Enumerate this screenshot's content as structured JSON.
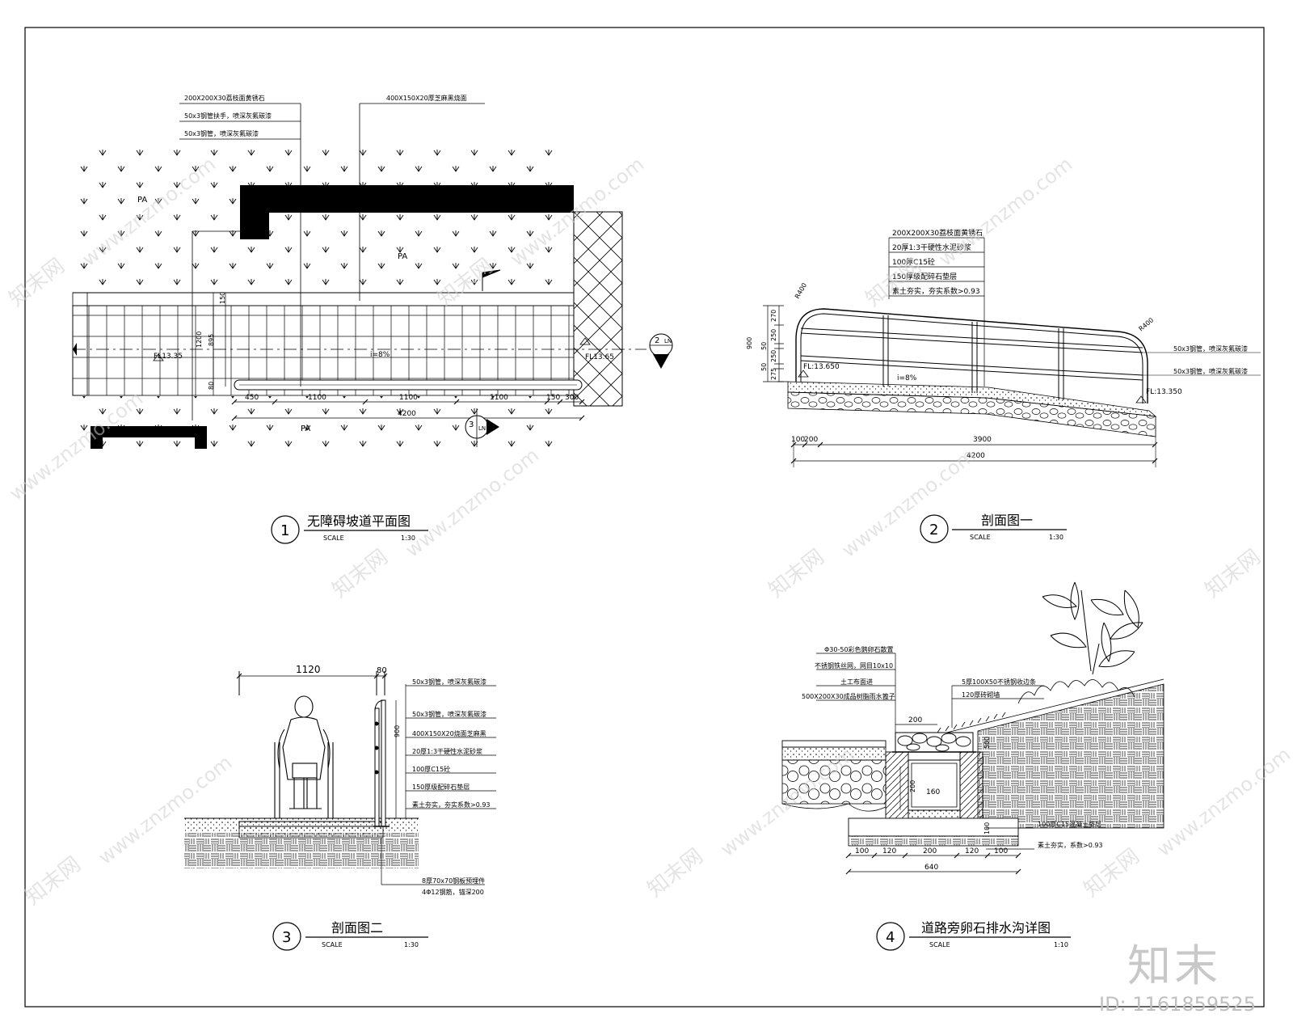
{
  "drawings": {
    "d1": {
      "number": "1",
      "title": "无障碍坡道平面图",
      "scale_label": "SCALE",
      "scale": "1:30",
      "labels": {
        "pa1": "PA",
        "pa2": "PA",
        "pa3": "PA",
        "fl_left": "FL13.35",
        "fl_right": "FL13.65",
        "slope": "i=8%",
        "call_1": "200X200X30荔枝面黄锈石",
        "call_2": "50x3钢管扶手，喷深灰氟碳漆",
        "call_3": "50x3钢管，喷深灰氟碳漆",
        "call_4": "400X150X20厚芝麻黑烧面",
        "v150": "150",
        "v1200": "1200",
        "v895": "895",
        "v80": "80",
        "sec2_num": "2",
        "sec2_ref": "LN",
        "sec3_num": "3",
        "sec3_ref": "LN"
      },
      "dims": [
        "450",
        "1100",
        "1100",
        "1100",
        "150",
        "300"
      ],
      "dim_total": "4200"
    },
    "d2": {
      "number": "2",
      "title": "剖面图一",
      "scale_label": "SCALE",
      "scale": "1:30",
      "layers": [
        "200X200X30荔枝面黄锈石",
        "20厚1:3干硬性水泥砂浆",
        "100厚C15砼",
        "150厚级配碎石垫层",
        "素土夯实，夯实系数>0.93"
      ],
      "labels": {
        "r_left": "R400",
        "r_right": "R400",
        "fl_left": "FL:13.650",
        "fl_right": "FL:13.350",
        "slope": "i=8%",
        "pipe_1": "50x3钢管，喷深灰氟碳漆",
        "pipe_2": "50x3钢管，喷深灰氟碳漆",
        "v900": "900",
        "v270": "270",
        "v250a": "250",
        "v250b": "250",
        "v50a": "50",
        "v50b": "50",
        "v275": "275"
      },
      "dims": [
        "100",
        "200",
        "3900"
      ],
      "dim_total": "4200"
    },
    "d3": {
      "number": "3",
      "title": "剖面图二",
      "scale_label": "SCALE",
      "scale": "1:30",
      "layers": [
        "50x3钢管，喷深灰氟碳漆",
        "50x3钢管，喷深灰氟碳漆",
        "400X150X20烧面芝麻黑",
        "20厚1:3干硬性水泥砂浆",
        "100厚C15砼",
        "150厚级配碎石垫层",
        "素土夯实，夯实系数>0.93"
      ],
      "labels": {
        "w1120": "1120",
        "w80": "80",
        "h900": "900",
        "plate_1": "8厚70x70钢板预埋件",
        "plate_2": "4Φ12钢筋，锚深200"
      }
    },
    "d4": {
      "number": "4",
      "title": "道路旁卵石排水沟详图",
      "scale_label": "SCALE",
      "scale": "1:10",
      "layers_left": [
        "Φ30-50彩色鹅卵石散置",
        "不锈钢铁丝网，网目10x10",
        "土工布面进",
        "500X200X30成品树脂雨水篦子"
      ],
      "layers_right": [
        "5厚100X50不锈钢收边条",
        "120厚砖砌墙",
        "100厚C15混凝土垫层",
        "素土夯实，系数>0.93"
      ],
      "labels": {
        "d200": "200",
        "d500": "500",
        "d160": "160",
        "d200v": "200",
        "d100": "100"
      },
      "dims": [
        "100",
        "120",
        "200",
        "120",
        "100"
      ],
      "dim_total": "640"
    }
  },
  "watermarks": {
    "site": "www.znzmo.com",
    "brand": "知末网"
  },
  "logo": "知末",
  "image_id": "ID: 1161859525"
}
